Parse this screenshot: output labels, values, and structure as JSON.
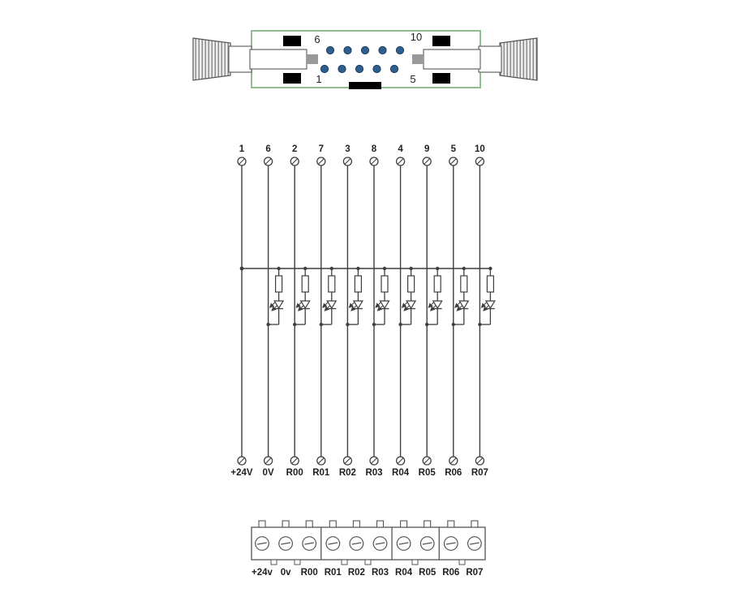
{
  "colors": {
    "line": "#3f3f3f",
    "text": "#1f1f1f",
    "connector_outline": "#8fbf8f",
    "pin_fill": "#2f5f8f",
    "pin_stroke": "#1c3e63",
    "hardware": "#555555",
    "black": "#000000"
  },
  "connector": {
    "labels": {
      "top_left": "6",
      "top_right": "10",
      "bottom_left": "1",
      "bottom_right": "5"
    },
    "pins_per_row": 5
  },
  "schematic": {
    "columns": [
      {
        "pin": "1",
        "terminal": "+24V",
        "branch": false
      },
      {
        "pin": "6",
        "terminal": "0V",
        "branch": true
      },
      {
        "pin": "2",
        "terminal": "R00",
        "branch": true
      },
      {
        "pin": "7",
        "terminal": "R01",
        "branch": true
      },
      {
        "pin": "3",
        "terminal": "R02",
        "branch": true
      },
      {
        "pin": "8",
        "terminal": "R03",
        "branch": true
      },
      {
        "pin": "4",
        "terminal": "R04",
        "branch": true
      },
      {
        "pin": "9",
        "terminal": "R05",
        "branch": true
      },
      {
        "pin": "5",
        "terminal": "R06",
        "branch": true
      },
      {
        "pin": "10",
        "terminal": "R07",
        "branch": true
      }
    ]
  },
  "terminal_block": {
    "labels": [
      "+24v",
      "0v",
      "R00",
      "R01",
      "R02",
      "R03",
      "R04",
      "R05",
      "R06",
      "R07"
    ],
    "group_sizes": [
      3,
      3,
      2,
      2
    ]
  }
}
